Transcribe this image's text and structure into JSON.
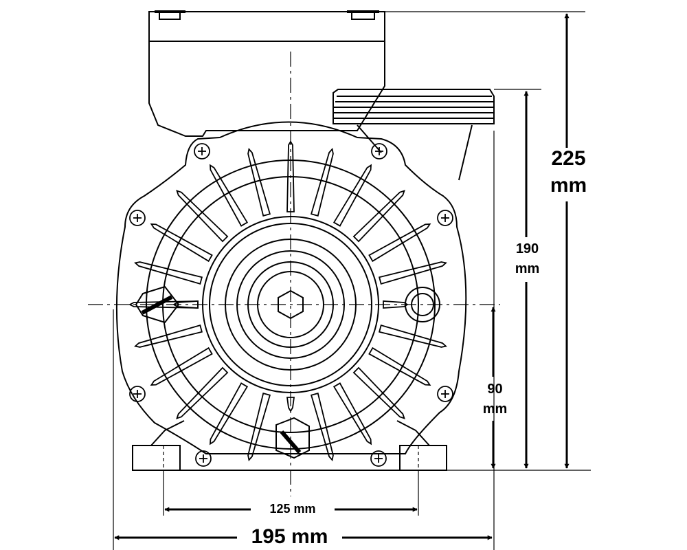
{
  "dimensions": {
    "total_height": {
      "value": "225",
      "unit": "mm"
    },
    "outlet_height": {
      "value": "190",
      "unit": "mm"
    },
    "axis_height": {
      "value": "90",
      "unit": "mm"
    },
    "foot_spacing": {
      "label": "125 mm"
    },
    "overall_width": {
      "label": "195 mm"
    }
  },
  "colors": {
    "line": "#000000",
    "background": "#ffffff"
  }
}
